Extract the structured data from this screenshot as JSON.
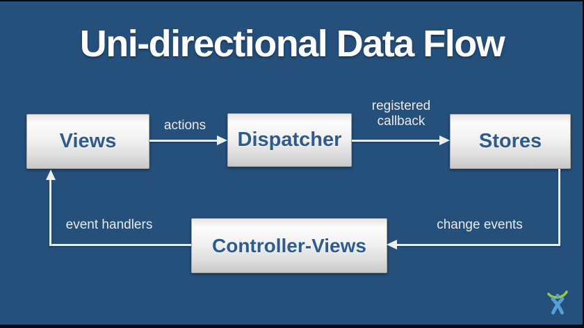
{
  "slide": {
    "title": "Uni-directional Data Flow"
  },
  "diagram": {
    "type": "flow-diagram",
    "nodes": [
      {
        "id": "views",
        "label": "Views"
      },
      {
        "id": "dispatcher",
        "label": "Dispatcher"
      },
      {
        "id": "stores",
        "label": "Stores"
      },
      {
        "id": "controller_views",
        "label": "Controller-Views"
      }
    ],
    "edges": [
      {
        "from": "views",
        "to": "dispatcher",
        "label": "actions"
      },
      {
        "from": "dispatcher",
        "to": "stores",
        "label": "registered callback"
      },
      {
        "from": "stores",
        "to": "controller_views",
        "label": "change events"
      },
      {
        "from": "controller_views",
        "to": "views",
        "label": "event handlers"
      }
    ]
  },
  "branding": {
    "logo_icon": "atlassian-logo",
    "logo_green": "#9BC83E",
    "logo_blue": "#56A0D7"
  },
  "colors": {
    "background": "#25507C",
    "title_text": "#FFFFFF",
    "node_text": "#2D5B90",
    "arrow": "#EDEDED",
    "label_text": "#EAEAEA"
  }
}
